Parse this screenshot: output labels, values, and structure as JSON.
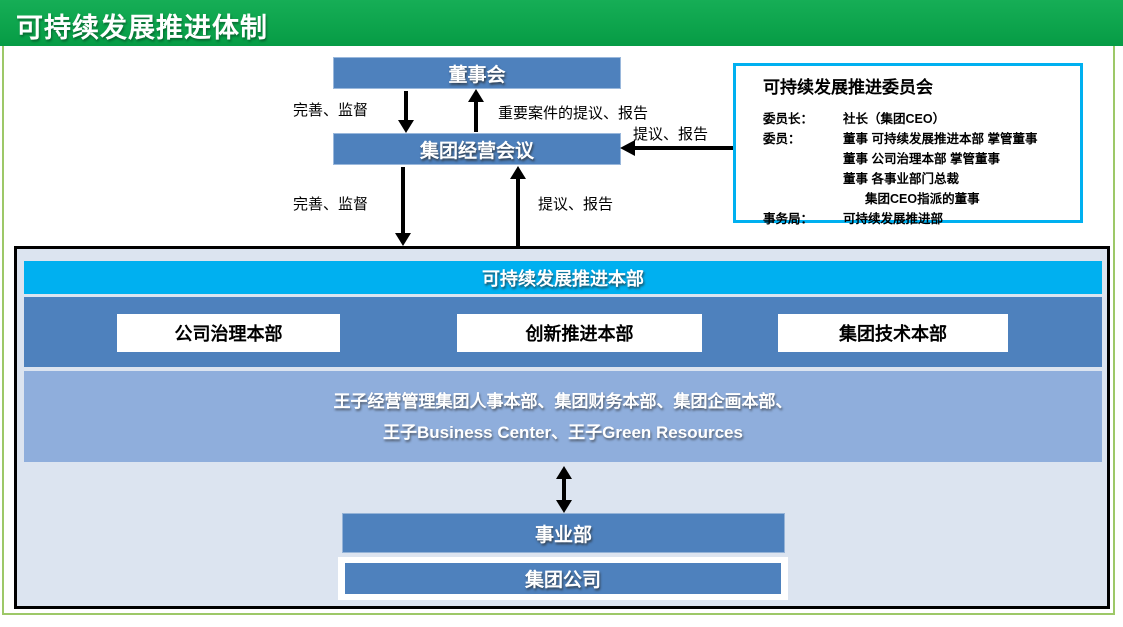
{
  "page": {
    "title": "可持续发展推进体制"
  },
  "top_chart": {
    "board_label": "董事会",
    "management_meeting_label": "集团经营会议",
    "labels": {
      "improve_supervise_upper": "完善、监督",
      "important_case_proposal_report": "重要案件的提议、报告",
      "proposal_report_from_committee": "提议、报告",
      "improve_supervise_lower": "完善、监督",
      "proposal_report_lower": "提议、报告"
    }
  },
  "committee": {
    "title": "可持续发展推进委员会",
    "rows": [
      {
        "label": "委员长：",
        "value": "社长（集团CEO）"
      },
      {
        "label": "委员：",
        "value": "董事 可持续发展推进本部 掌管董事"
      },
      {
        "label": "",
        "value": "董事 公司治理本部 掌管董事"
      },
      {
        "label": "",
        "value": "董事 各事业部门总裁"
      },
      {
        "label": "",
        "value": "集团CEO指派的董事"
      },
      {
        "label": "事务局：",
        "value": "可持续发展推进部"
      }
    ]
  },
  "main_org": {
    "headquarters_label": "可持续发展推进本部",
    "departments": [
      "公司治理本部",
      "创新推进本部",
      "集团技术本部"
    ],
    "support_units_line1": "王子经营管理集团人事本部、集团财务本部、集团企画本部、",
    "support_units_line2": "王子Business Center、王子Green Resources",
    "business_division_label": "事业部",
    "group_companies_label": "集团公司"
  },
  "colors": {
    "header_green": "#0BA64D",
    "frame_green": "#9DC868",
    "node_blue": "#4E81BD",
    "headquarters_cyan": "#00B0F0",
    "support_band_blue": "#8FAEDC",
    "container_bg": "#DCE4F0",
    "committee_border_cyan": "#00B0F0"
  }
}
